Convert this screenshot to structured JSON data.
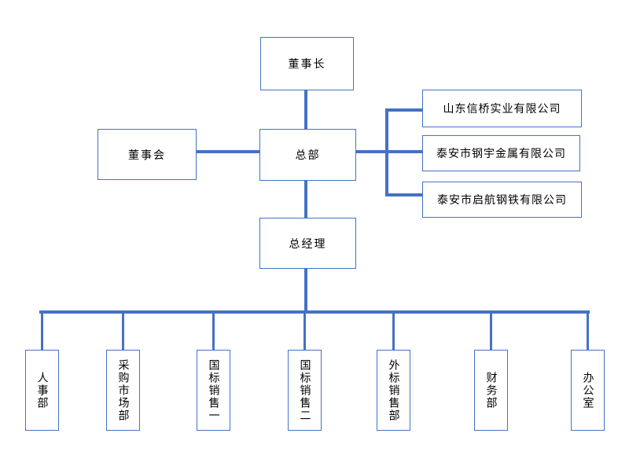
{
  "colors": {
    "accent": "#4472C4",
    "background": "#FFFFFF",
    "text": "#000000"
  },
  "org": {
    "chairman": "董事长",
    "board": "董事会",
    "headquarters": "总部",
    "general_manager": "总经理",
    "subsidiaries": [
      {
        "label": "山东信桥实业有限公司"
      },
      {
        "label": "泰安市钢宇金属有限公司"
      },
      {
        "label": "泰安市启航钢铁有限公司"
      }
    ],
    "departments": [
      {
        "label": "人事部"
      },
      {
        "label": "采购市场部"
      },
      {
        "label": "国标销售一"
      },
      {
        "label": "国标销售二"
      },
      {
        "label": "外标销售部"
      },
      {
        "label": "财务部"
      },
      {
        "label": "办公室"
      }
    ]
  }
}
